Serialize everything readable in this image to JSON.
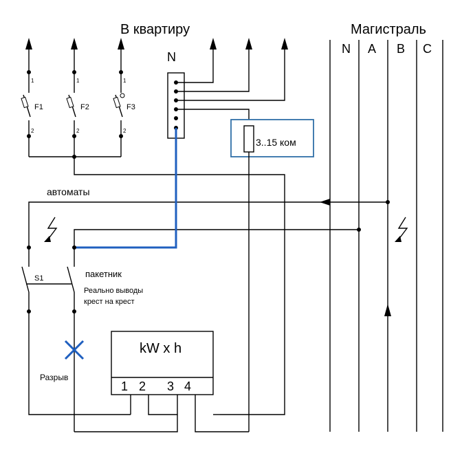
{
  "labels": {
    "to_apartment": "В квартиру",
    "main_line": "Магистраль",
    "neutral_bus": "N",
    "bus_n": "N",
    "bus_a": "A",
    "bus_b": "B",
    "bus_c": "C",
    "fuse_1": "F1",
    "fuse_2": "F2",
    "fuse_3": "F3",
    "pin_1": "1",
    "pin_2": "2",
    "resistor_value": "3..15 ком",
    "breakers": "автоматы",
    "switch_s1": "S1",
    "switch_label": "пакетник",
    "note_line1": "Реально выводы",
    "note_line2": "крест на крест",
    "break_label": "Разрыв",
    "meter_display": "kW x h",
    "terminal_1": "1",
    "terminal_2": "2",
    "terminal_3": "3",
    "terminal_4": "4"
  },
  "colors": {
    "line": "#000000",
    "neutral_highlight": "#1f5fbf",
    "break_mark": "#1f5fbf",
    "resistor_box": "#2f6fa8"
  },
  "icons": {
    "lightning": "lightning-bolt-icon",
    "break": "x-mark-icon",
    "arrow": "arrow-icon"
  }
}
